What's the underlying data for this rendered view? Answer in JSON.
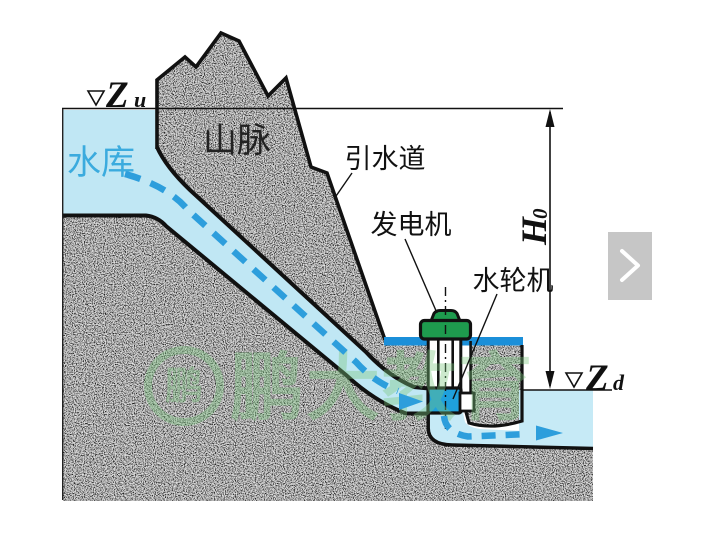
{
  "diagram": {
    "title_labels": {
      "reservoir": "水库",
      "mountain": "山脉",
      "penstock": "引水道",
      "generator": "发电机",
      "turbine": "水轮机"
    },
    "symbols": {
      "upstream_level_letter": "Z",
      "upstream_level_sub": "u",
      "downstream_level_letter": "Z",
      "downstream_level_sub": "d",
      "head_letter": "H",
      "head_sub": "0"
    },
    "watermark": {
      "logo_char": "鹏",
      "text": "鹏大教育"
    },
    "colors": {
      "water_light": "#c6eaf6",
      "reservoir": "#c0e7f4",
      "flow_blue": "#2d9edc",
      "bar_blue": "#1b8fd9",
      "turbine_blue": "#1fa0dc",
      "generator_green": "#1e9b4e",
      "watermark_green": "#7ac77e",
      "ground_gray": "#c6c6c6"
    },
    "nav": {
      "chevron": "›"
    }
  }
}
